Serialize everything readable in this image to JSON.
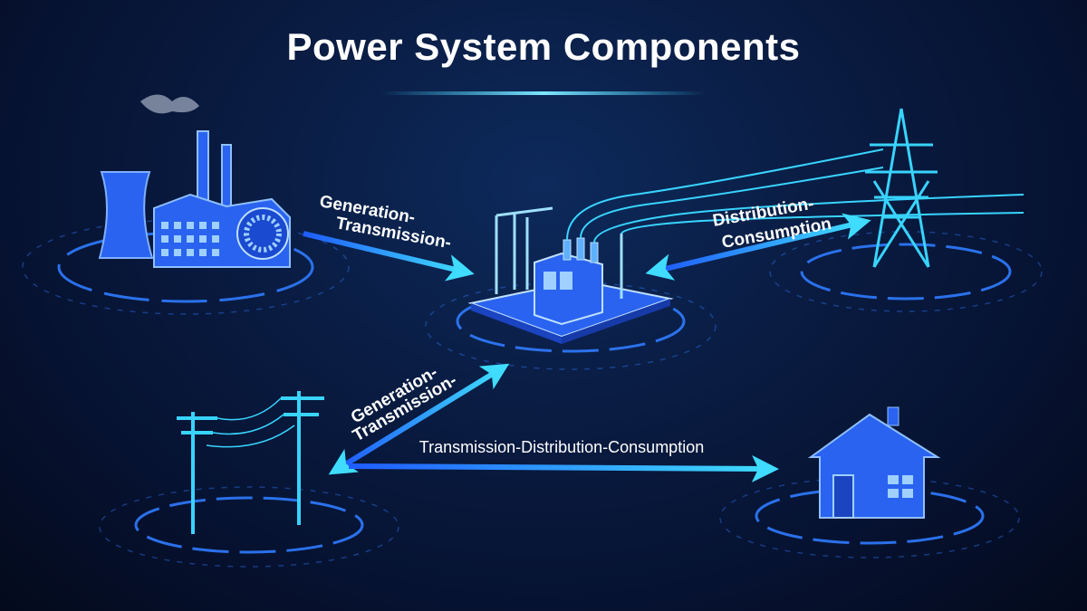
{
  "title": "Power System Components",
  "components": [
    {
      "name": "power-plant",
      "icon": "factory-cooling-tower-icon"
    },
    {
      "name": "substation",
      "icon": "transformer-substation-icon"
    },
    {
      "name": "transmission-tower",
      "icon": "lattice-tower-icon"
    },
    {
      "name": "distribution-poles",
      "icon": "utility-pole-icon"
    },
    {
      "name": "house",
      "icon": "house-icon"
    }
  ],
  "arrows": {
    "plant_to_substation": {
      "line1": "Generation-",
      "line2": "Transmission-"
    },
    "substation_tower": {
      "line1": "Distribution-",
      "line2": "Consumption"
    },
    "poles_substation": {
      "line1": "Generation-",
      "line2": "Transmission-"
    },
    "poles_to_house": {
      "label": "Transmission-Distribution-Consumption"
    }
  },
  "colors": {
    "background": "#061231",
    "accent": "#2f6bff",
    "cyan": "#38d4ff",
    "text": "#ffffff"
  }
}
